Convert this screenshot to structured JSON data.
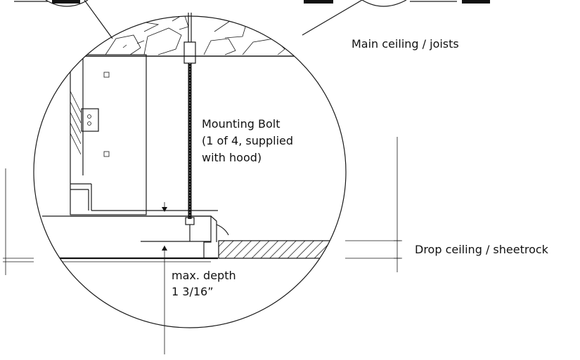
{
  "labels": {
    "main_ceiling": "Main ceiling / joists",
    "bolt_line1": "Mounting Bolt",
    "bolt_line2": "(1 of 4, supplied",
    "bolt_line3": "with hood)",
    "drop_ceiling": "Drop ceiling / sheetrock",
    "depth_line1": "max. depth",
    "depth_line2": "1 3/16”"
  }
}
